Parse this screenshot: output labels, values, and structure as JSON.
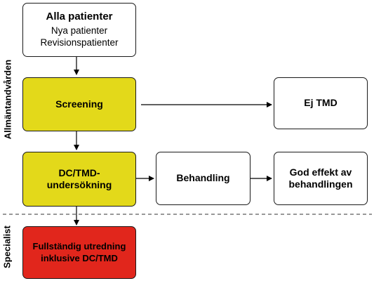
{
  "side_labels": {
    "primary_care": "Allmäntandvården",
    "specialist": "Specialist"
  },
  "nodes": {
    "all_patients": {
      "title": "Alla patienter",
      "line1": "Nya patienter",
      "line2": "Revisionspatienter"
    },
    "screening": {
      "label": "Screening"
    },
    "no_tmd": {
      "label": "Ej TMD"
    },
    "dc_tmd": {
      "line1": "DC/TMD-",
      "line2": "undersökning"
    },
    "treatment": {
      "label": "Behandling"
    },
    "good_effect": {
      "line1": "God effekt av",
      "line2": "behandlingen"
    },
    "full_investigation": {
      "line1": "Fullständig utredning",
      "line2": "inklusive DC/TMD"
    }
  },
  "colors": {
    "yellow": "#e3d91a",
    "red": "#e1261c",
    "border": "#1a1a1a"
  }
}
